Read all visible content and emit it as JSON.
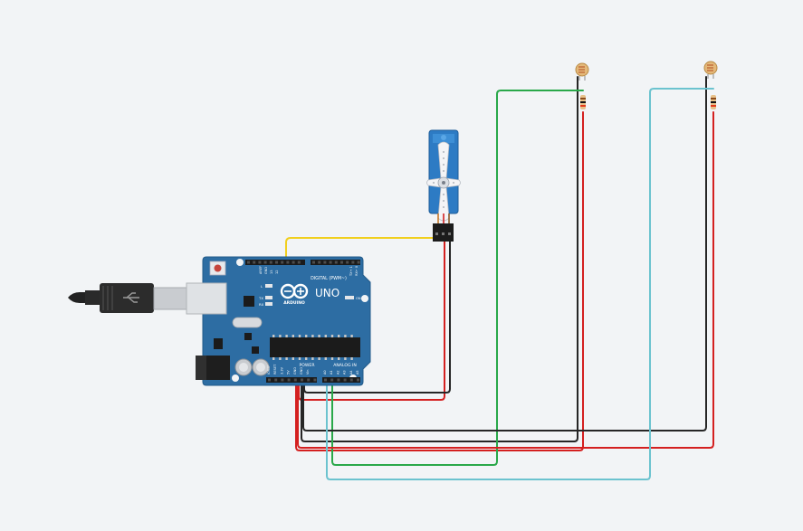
{
  "board": {
    "brand": "UNO",
    "maker": "ARDUINO",
    "digital_label": "DIGITAL (PWM~)",
    "power_label": "POWER",
    "analog_label": "ANALOG IN",
    "led_l": "L",
    "led_tx": "TX",
    "led_rx": "RX",
    "on_label": "ON",
    "aref": "AREF",
    "gnd": "GND",
    "tx_pin": "TX→ 1",
    "rx_pin": "RX← 0",
    "pin_13": "13",
    "pin_12": "12",
    "power_pins": [
      "IOREF",
      "RESET",
      "3.3V",
      "5V",
      "GND",
      "GND",
      "Vin"
    ],
    "analog_pins": [
      "A0",
      "A1",
      "A2",
      "A3",
      "A4",
      "A5"
    ]
  },
  "colors": {
    "background": "#f2f4f6",
    "board": "#2d6da3",
    "wire_red": "#d42020",
    "wire_black": "#262626",
    "wire_green": "#2aa84a",
    "wire_cyan": "#6cc3cf",
    "wire_yellow": "#f1cf1e",
    "servo": "#2d7bc4"
  },
  "components": {
    "servo_icon": "micro-servo",
    "photoresistor_icon": "ldr",
    "resistor_icon": "resistor",
    "usb_icon": "usb-b-cable"
  }
}
